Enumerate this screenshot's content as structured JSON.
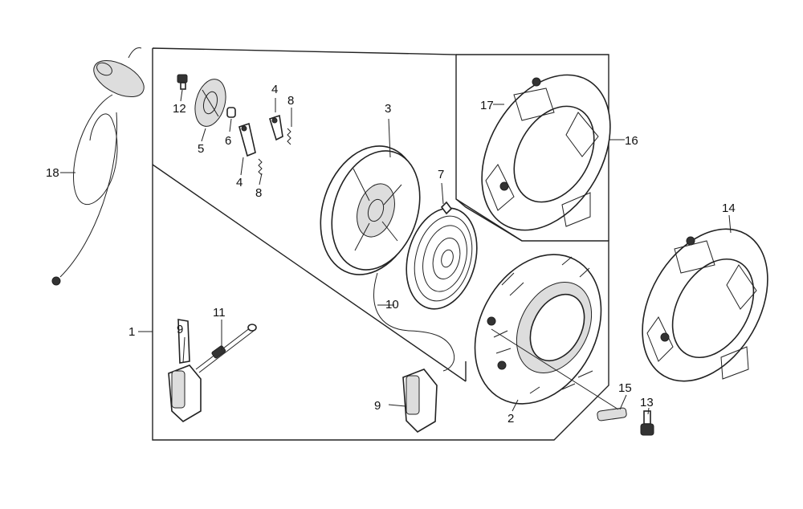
{
  "callouts": [
    {
      "id": "c1",
      "text": "1"
    },
    {
      "id": "c2",
      "text": "2"
    },
    {
      "id": "c3",
      "text": "3"
    },
    {
      "id": "c4a",
      "text": "4"
    },
    {
      "id": "c4b",
      "text": "4"
    },
    {
      "id": "c5",
      "text": "5"
    },
    {
      "id": "c6",
      "text": "6"
    },
    {
      "id": "c7",
      "text": "7"
    },
    {
      "id": "c8a",
      "text": "8"
    },
    {
      "id": "c8b",
      "text": "8"
    },
    {
      "id": "c9a",
      "text": "9"
    },
    {
      "id": "c9b",
      "text": "9"
    },
    {
      "id": "c10",
      "text": "10"
    },
    {
      "id": "c11",
      "text": "11"
    },
    {
      "id": "c12",
      "text": "12"
    },
    {
      "id": "c13",
      "text": "13"
    },
    {
      "id": "c14",
      "text": "14"
    },
    {
      "id": "c15",
      "text": "15"
    },
    {
      "id": "c16",
      "text": "16"
    },
    {
      "id": "c17",
      "text": "17"
    },
    {
      "id": "c18",
      "text": "18"
    }
  ]
}
